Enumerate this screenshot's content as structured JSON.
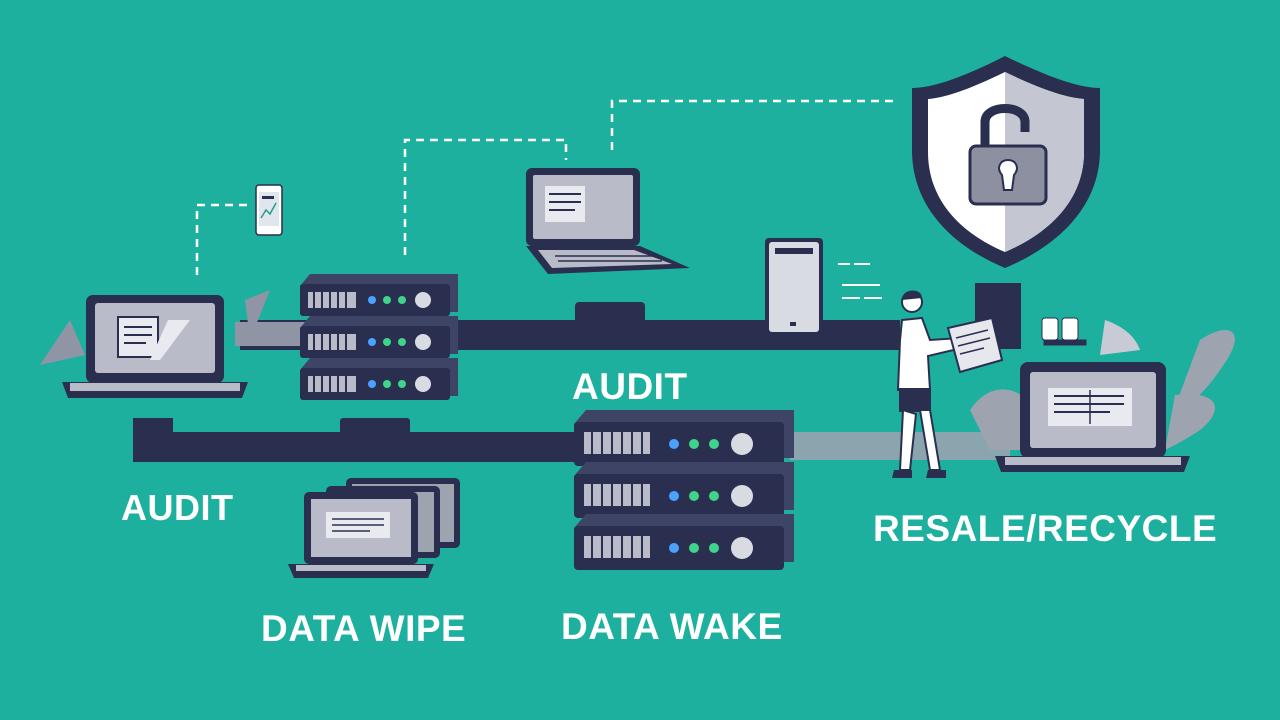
{
  "diagram": {
    "labels": {
      "audit_left": "AUDIT",
      "audit_center": "AUDIT",
      "data_wipe": "DATA WIPE",
      "data_wake": "DATA WAKE",
      "resale_recycle": "RESALE/RECYCLE"
    },
    "colors": {
      "background": "#1db09f",
      "dark_navy": "#2a2f4f",
      "device_gray": "#b9bcc8",
      "light_gray": "#d9dbe3",
      "leaf_gray": "#9ea3b0",
      "led_blue": "#4aa3ff",
      "led_green": "#3fd48a",
      "text": "#ffffff"
    },
    "icons": [
      "laptop-icon",
      "server-rack-icon",
      "tablet-icon",
      "shield-lock-icon",
      "tower-pc-icon",
      "person-icon",
      "document-icon",
      "stacked-laptops-icon"
    ]
  }
}
